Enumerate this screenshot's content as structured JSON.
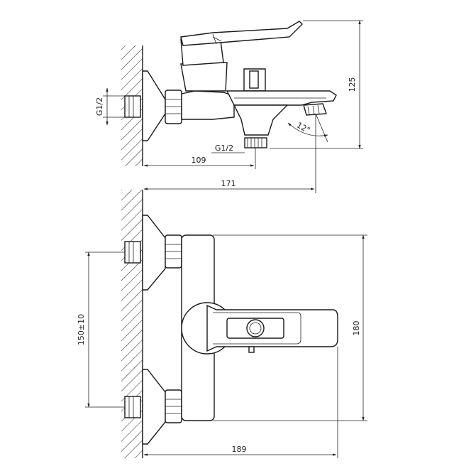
{
  "dimensions": {
    "top_view": {
      "height": "125",
      "thread_inlet": "G1/2",
      "thread_outlet": "G1/2",
      "outlet_distance": "109",
      "spout_angle": "12°",
      "projection": "171"
    },
    "front_view": {
      "centers": "150±10",
      "height": "180",
      "projection": "189"
    }
  }
}
